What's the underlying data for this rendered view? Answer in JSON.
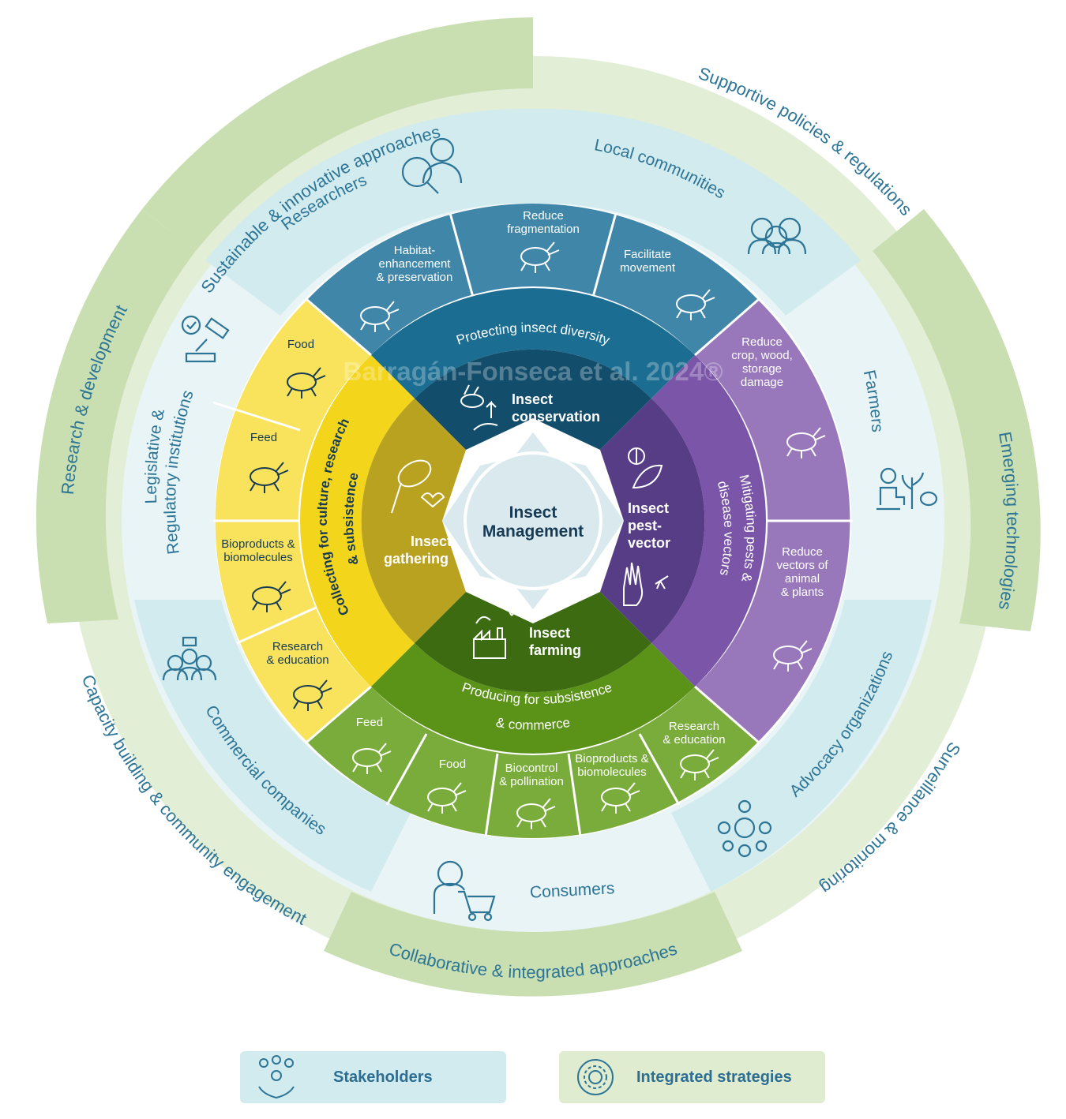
{
  "watermark": "Barragán-Fonseca et al. 2024®",
  "center": {
    "line1": "Insect",
    "line2": "Management"
  },
  "core": {
    "conservation": {
      "line1": "Insect",
      "line2": "conservation"
    },
    "pest_vector": {
      "line1": "Insect",
      "line2": "pest-",
      "line3": "vector"
    },
    "farming": {
      "line1": "Insect",
      "line2": "farming"
    },
    "gathering": {
      "line1": "Insect",
      "line2": "gathering"
    }
  },
  "goal_ring": {
    "top": "Protecting insect diversity",
    "right_line1": "Mitigating pests &",
    "right_line2": "disease vectors",
    "bottom_line1": "Producing for subsistence",
    "bottom_line2": "& commerce",
    "left_line1": "Collecting for culture, research",
    "left_line2": "& subsistence"
  },
  "activities": {
    "blue": [
      {
        "lines": [
          "Habitat-",
          "enhancement",
          "& preservation"
        ],
        "icon": "globe-hands-icon"
      },
      {
        "lines": [
          "Reduce",
          "fragmentation"
        ],
        "icon": "puzzle-icon"
      },
      {
        "lines": [
          "Facilitate",
          "movement"
        ],
        "icon": "dragonfly-icon"
      }
    ],
    "purple": [
      {
        "lines": [
          "Reduce",
          "crop, wood,",
          "storage",
          "damage"
        ],
        "icon": "grasshopper-beetle-moth-icon"
      },
      {
        "lines": [
          "Reduce",
          "vectors of",
          "animal",
          "& plants"
        ],
        "icon": "mosquito-aphid-icon"
      }
    ],
    "green": [
      {
        "lines": [
          "Feed"
        ],
        "icon": "larva-icon"
      },
      {
        "lines": [
          "Food"
        ],
        "icon": "mealworm-icon"
      },
      {
        "lines": [
          "Biocontrol",
          "& pollination"
        ],
        "icon": "ladybug-icon"
      },
      {
        "lines": [
          "Bioproducts &",
          "biomolecules"
        ],
        "icon": "bee-icon"
      },
      {
        "lines": [
          "Research",
          "& education"
        ],
        "icon": "butterfly-icon"
      }
    ],
    "yellow": [
      {
        "lines": [
          "Food"
        ],
        "icon": "grasshopper-icon"
      },
      {
        "lines": [
          "Feed"
        ],
        "icon": "termite-icon"
      },
      {
        "lines": [
          "Bioproducts &",
          "biomolecules"
        ],
        "icon": "wasp-icon"
      },
      {
        "lines": [
          "Research",
          "& education"
        ],
        "icon": "hornet-icon"
      }
    ]
  },
  "stakeholders": {
    "researchers": "Researchers",
    "local_communities": "Local communities",
    "farmers": "Farmers",
    "advocacy": "Advocacy organizations",
    "consumers": "Consumers",
    "commercial": "Commercial companies",
    "legislative_line1": "Legislative &",
    "legislative_line2": "Regulatory institutions"
  },
  "strategies": {
    "sustainable": "Sustainable & innovative approaches",
    "supportive": "Supportive policies & regulations",
    "emerging": "Emerging technologies",
    "surveillance": "Surveillance & monitoring",
    "collaborative": "Collaborative & integrated approaches",
    "capacity": "Capacity building & community engagement",
    "research_dev": "Research & development"
  },
  "legend": {
    "stakeholders": "Stakeholders",
    "strategies": "Integrated strategies"
  },
  "colors": {
    "conservation_dark": "#124e6c",
    "conservation_mid": "#1b6d92",
    "conservation_light": "#3f86a9",
    "pest_dark": "#573d86",
    "pest_mid": "#7a55a8",
    "pest_light": "#9878bb",
    "farming_dark": "#3d6b12",
    "farming_mid": "#5b9319",
    "farming_light": "#7aac3b",
    "gathering_dark": "#b9a21f",
    "gathering_mid": "#f3d51c",
    "gathering_light": "#f9e35c",
    "center": "#d9e9ee",
    "stakeholder_ring": "#d2ebef",
    "stakeholder_ring_alt": "#e8f4f6",
    "strategy_ring": "#c9dfb2",
    "strategy_ring_alt": "#e3eed7",
    "text_blue": "#2d7596"
  }
}
